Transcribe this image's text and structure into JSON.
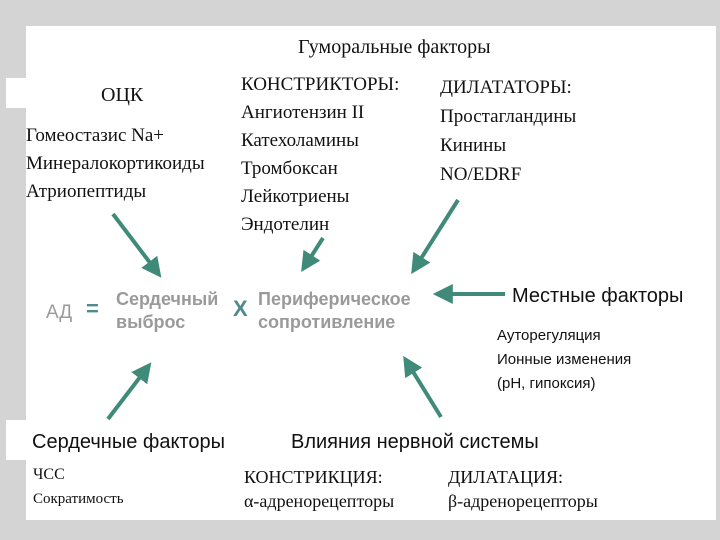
{
  "humoral_title": "Гуморальные факторы",
  "ock": "ОЦК",
  "left_factors": [
    "Гомеостазис Na+",
    "Минералокортикоиды",
    "Атриопептиды"
  ],
  "constrictors": {
    "header": "КОНСТРИКТОРЫ:",
    "items": [
      "Ангиотензин II",
      "Катехоламины",
      "Тромбоксан",
      "Лейкотриены",
      "Эндотелин"
    ]
  },
  "dilators": {
    "header": "ДИЛАТАТОРЫ:",
    "items": [
      "Простагландины",
      "Кинины",
      "NO/EDRF"
    ]
  },
  "formula": {
    "ad": "АД",
    "equals": "=",
    "cardiac_output": [
      "Сердечный",
      "выброс"
    ],
    "times": "Х",
    "peripheral_resistance": [
      "Периферическое",
      "сопротивление"
    ]
  },
  "local_factors": {
    "title": "Местные факторы",
    "items": [
      "Ауторегуляция",
      "Ионные изменения",
      "(рН, гипоксия)"
    ]
  },
  "cardiac_factors": {
    "title": "Сердечные факторы",
    "items": [
      "ЧСС",
      "Сократимость"
    ]
  },
  "nervous": {
    "title": "Влияния нервной системы",
    "constriction": "КОНСТРИКЦИЯ:",
    "constriction_receptor": "α-адренорецепторы",
    "dilation": "ДИЛАТАЦИЯ:",
    "dilation_receptor": "β-адренорецепторы"
  },
  "colors": {
    "arrow": "#3f8a78",
    "formula_text": "#9a9a9a",
    "formula_operator": "#4f8b8e",
    "background": "#d4d4d4",
    "panel": "#ffffff"
  }
}
